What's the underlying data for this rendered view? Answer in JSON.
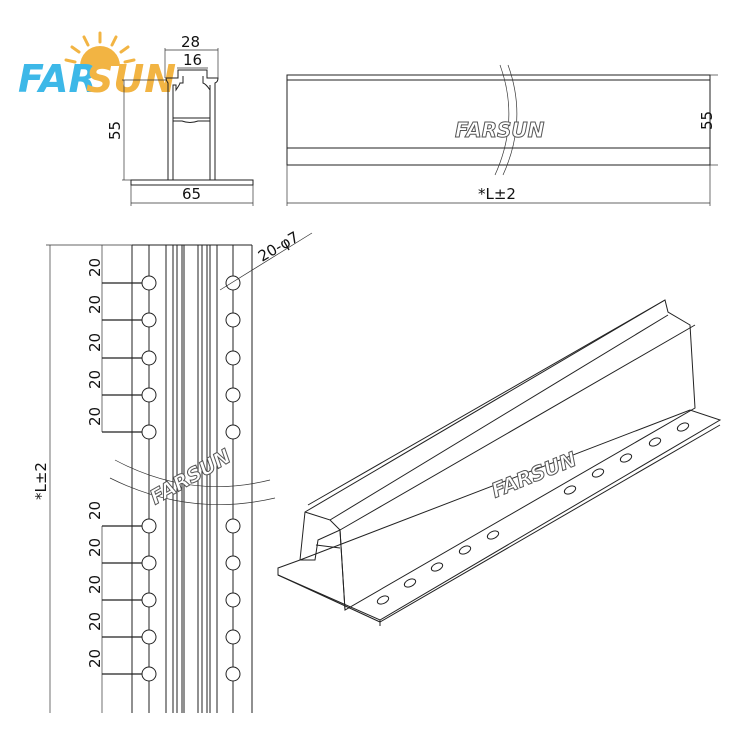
{
  "logo": {
    "part1": "FAR",
    "part2": "SUN",
    "color1": "#3db8e8",
    "color2": "#f2b443"
  },
  "watermark": "FARSUN",
  "section_view": {
    "top_width": "28",
    "slot_width": "16",
    "height": "55",
    "base_width": "65"
  },
  "side_view": {
    "height": "55",
    "length": "*L±2"
  },
  "plan_view": {
    "hole_spec": "20-φ7",
    "length": "*L±2",
    "spacing": [
      "20",
      "20",
      "20",
      "20",
      "20",
      "20",
      "20",
      "20",
      "20",
      "20"
    ]
  }
}
